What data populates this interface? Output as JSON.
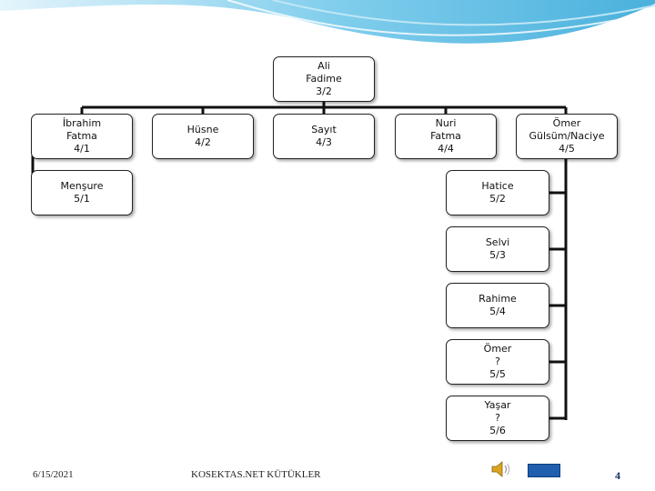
{
  "nodes": {
    "root": {
      "line1": "Ali",
      "line2": "Fadime",
      "line3": "3/2"
    },
    "ibrahim": {
      "line1": "İbrahim",
      "line2": "Fatma",
      "line3": "4/1"
    },
    "husne": {
      "line1": "Hüsne",
      "line2": "4/2"
    },
    "sayit": {
      "line1": "Sayıt",
      "line2": "4/3"
    },
    "nuri": {
      "line1": "Nuri",
      "line2": "Fatma",
      "line3": "4/4"
    },
    "omer": {
      "line1": "Ömer",
      "line2": "Gülsüm/Naciye",
      "line3": "4/5"
    },
    "mensure": {
      "line1": "Menşure",
      "line2": "5/1"
    },
    "hatice": {
      "line1": "Hatice",
      "line2": "5/2"
    },
    "selvi": {
      "line1": "Selvi",
      "line2": "5/3"
    },
    "rahime": {
      "line1": "Rahime",
      "line2": "5/4"
    },
    "omer2": {
      "line1": "Ömer",
      "line2": "?",
      "line3": "5/5"
    },
    "yasar": {
      "line1": "Yaşar",
      "line2": "?",
      "line3": "5/6"
    }
  },
  "footer": {
    "date": "6/15/2021",
    "title": "KOSEKTAS.NET KÜTÜKLER",
    "page": "4"
  },
  "icons": {
    "sound": "speaker-icon",
    "nav": "nav-bar"
  },
  "colors": {
    "wave": "#5bb8e0",
    "nav": "#1f5fae"
  }
}
